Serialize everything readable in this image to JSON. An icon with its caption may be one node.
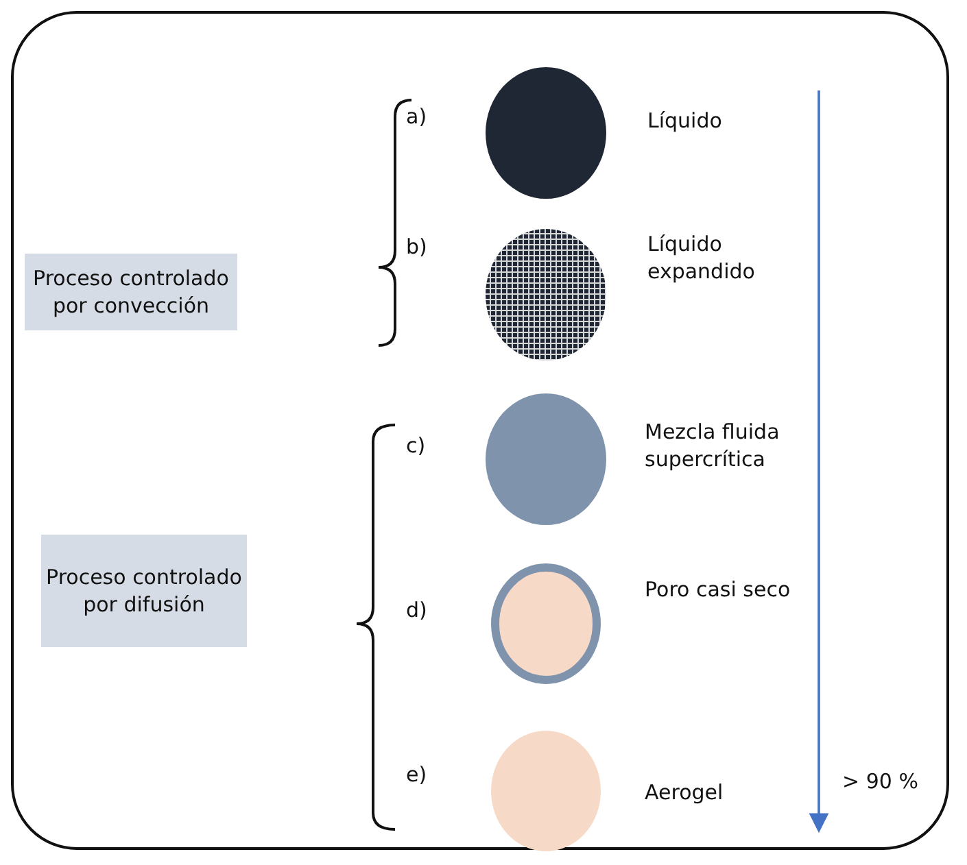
{
  "diagram": {
    "nodes": [
      {
        "text": [],
        "shape": "box"
      },
      {
        "text": [
          "Proceso controlado por convección"
        ],
        "in": 0
      },
      {
        "text": [
          "Proceso controlado por difusión"
        ],
        "in": 0
      },
      {
        "text": [],
        "shape": "circle",
        "in": 0,
        "beside": [
          "a)",
          "Líquido"
        ]
      },
      {
        "text": [],
        "shape": "circle",
        "in": 0,
        "beside": [
          "b)",
          "Líquido expandido"
        ]
      },
      {
        "text": [],
        "shape": "circle",
        "in": 0,
        "beside": [
          "c)",
          "Mezcla fluida supercrítica"
        ]
      },
      {
        "text": [],
        "shape": "circle",
        "in": 0,
        "beside": [
          "d)",
          "Poro casi seco"
        ]
      },
      {
        "text": [],
        "shape": "circle",
        "in": 0,
        "beside": [
          "e)",
          "Aerogel"
        ]
      }
    ],
    "edges": [],
    "labels": [
      "> 90 %"
    ]
  }
}
